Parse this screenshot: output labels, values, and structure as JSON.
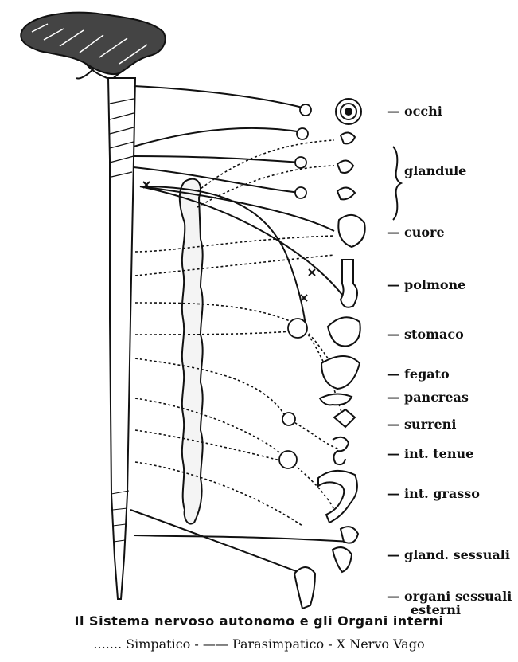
{
  "organ_labels": [
    {
      "id": "occhi",
      "text": "occhi"
    },
    {
      "id": "glandule",
      "text": "glandule"
    },
    {
      "id": "cuore",
      "text": "cuore"
    },
    {
      "id": "polmone",
      "text": "polmone"
    },
    {
      "id": "stomaco",
      "text": "stomaco"
    },
    {
      "id": "fegato",
      "text": "fegato"
    },
    {
      "id": "pancreas",
      "text": "pancreas"
    },
    {
      "id": "surreni",
      "text": "surreni"
    },
    {
      "id": "int_tenue",
      "text": "int. tenue"
    },
    {
      "id": "int_grasso",
      "text": "int. grasso"
    },
    {
      "id": "gland_sessuali",
      "text": "gland. sessuali"
    },
    {
      "id": "organi_sessuali_1",
      "text": "organi sessuali"
    },
    {
      "id": "organi_sessuali_2",
      "text": "esterni"
    }
  ],
  "caption": {
    "title": "Il Sistema nervoso autonomo e gli Organi interni",
    "legend": "....... Simpatico - —— Parasimpatico - X Nervo Vago"
  },
  "colors": {
    "ink": "#111111",
    "paper": "#ffffff"
  }
}
